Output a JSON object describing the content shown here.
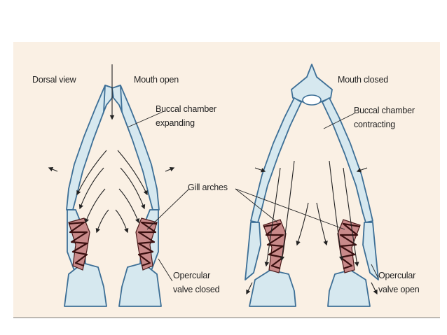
{
  "labels": {
    "dorsal_view": "Dorsal view",
    "mouth_open": "Mouth open",
    "buccal_expanding_1": "Buccal chamber",
    "buccal_expanding_2": "expanding",
    "gill_arches": "Gill arches",
    "opercular_closed_1": "Opercular",
    "opercular_closed_2": "valve closed",
    "mouth_closed": "Mouth closed",
    "buccal_contracting_1": "Buccal chamber",
    "buccal_contracting_2": "contracting",
    "opercular_open_1": "Opercular",
    "opercular_open_2": "valve open"
  },
  "colors": {
    "panel_background": "#faf0e4",
    "tissue_fill": "#d6e8ef",
    "tissue_outline": "#3d6f96",
    "gill_fill": "#c98a8a",
    "gill_outline": "#3a0f0f"
  }
}
